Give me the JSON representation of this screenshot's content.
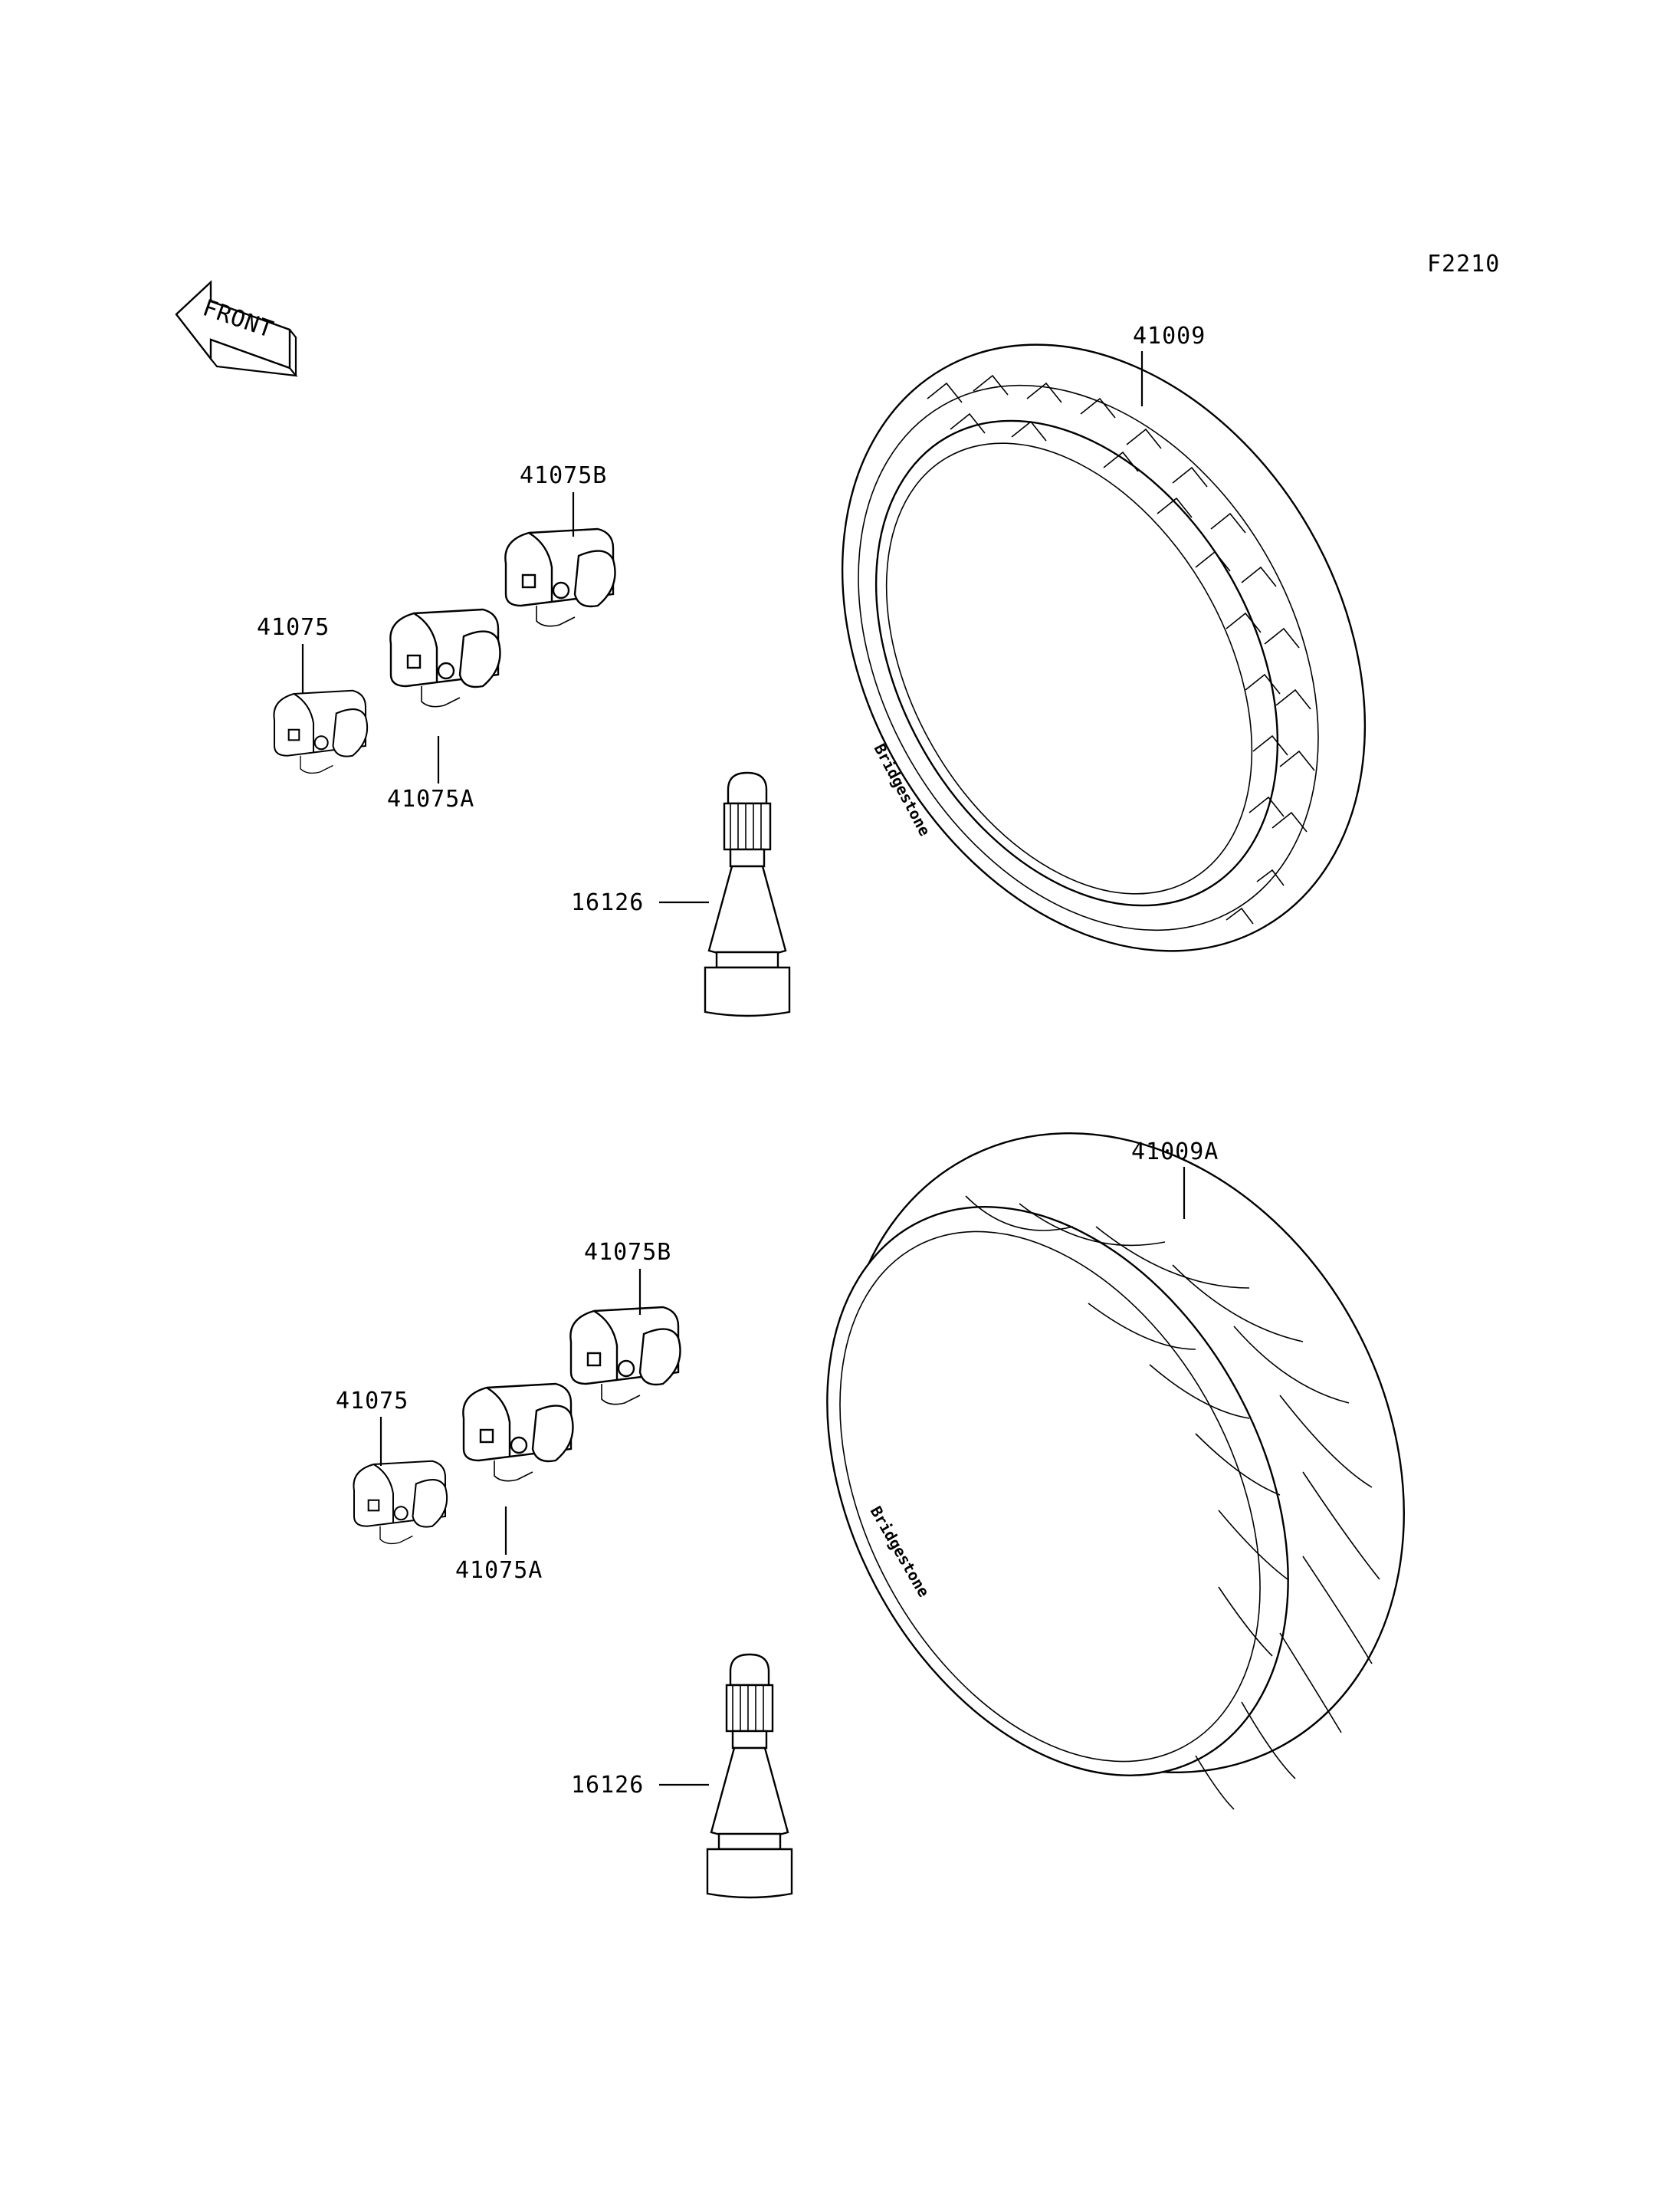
{
  "figure_code": "F2210",
  "front_arrow_text": "FRONT",
  "front_assembly": {
    "tire": "41009",
    "weight_b": "41075B",
    "weight": "41075",
    "weight_a": "41075A",
    "valve": "16126",
    "sidewall_brand": "Bridgestone"
  },
  "rear_assembly": {
    "tire": "41009A",
    "weight_b": "41075B",
    "weight": "41075",
    "weight_a": "41075A",
    "valve": "16126",
    "sidewall_brand": "Bridgestone"
  }
}
